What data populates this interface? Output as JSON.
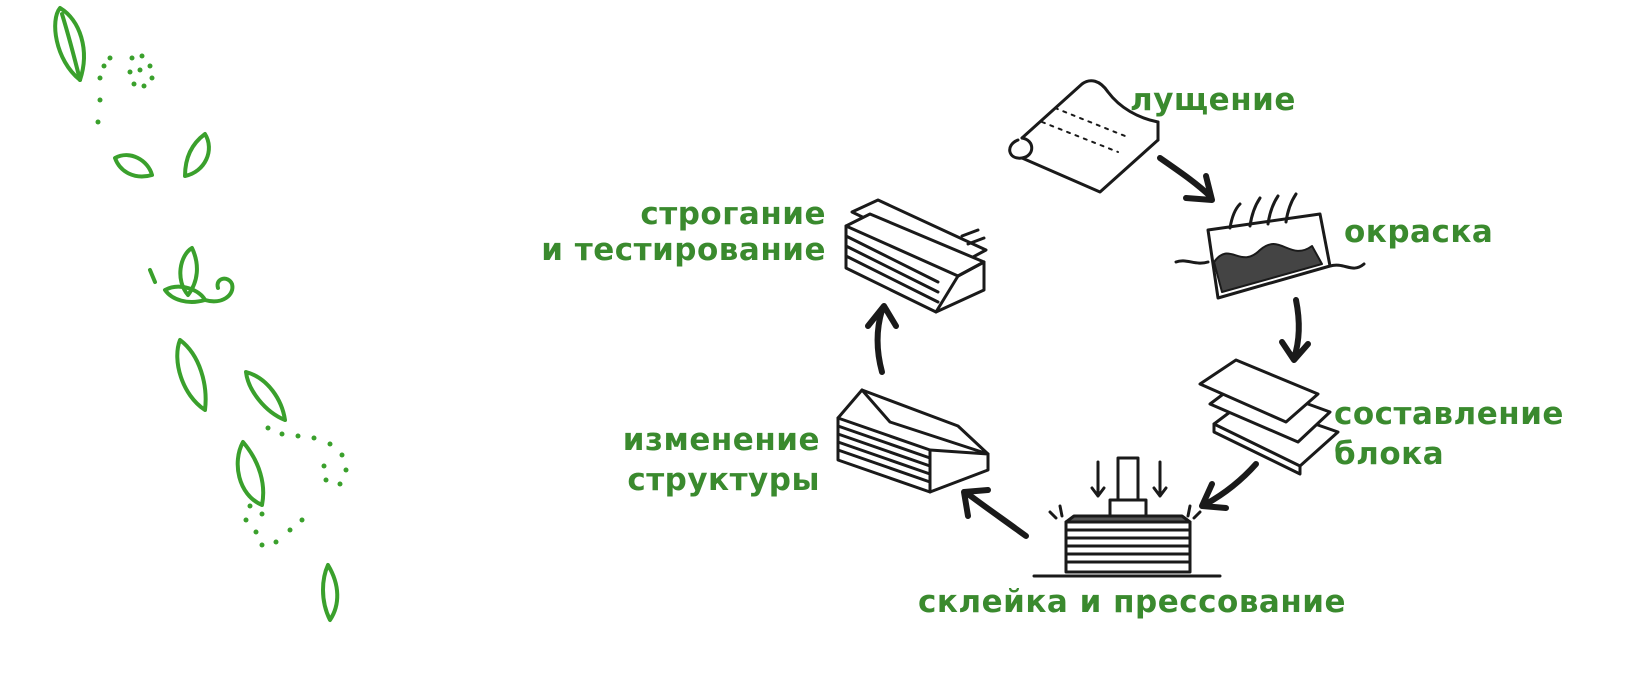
{
  "colors": {
    "accent": "#3a8a2e",
    "ink": "#1a1a1a"
  },
  "steps": [
    {
      "id": "peeling",
      "lines": [
        "лущение"
      ]
    },
    {
      "id": "coloring",
      "lines": [
        "окраска"
      ]
    },
    {
      "id": "assembly",
      "lines": [
        "составление",
        "блока"
      ]
    },
    {
      "id": "gluing",
      "lines": [
        "склейка и прессование"
      ]
    },
    {
      "id": "structure",
      "lines": [
        "изменение",
        "структуры"
      ]
    },
    {
      "id": "planing",
      "lines": [
        "строгание",
        "и тестирование"
      ]
    }
  ],
  "decoration": {
    "vine": "leaf-vine-icon"
  }
}
